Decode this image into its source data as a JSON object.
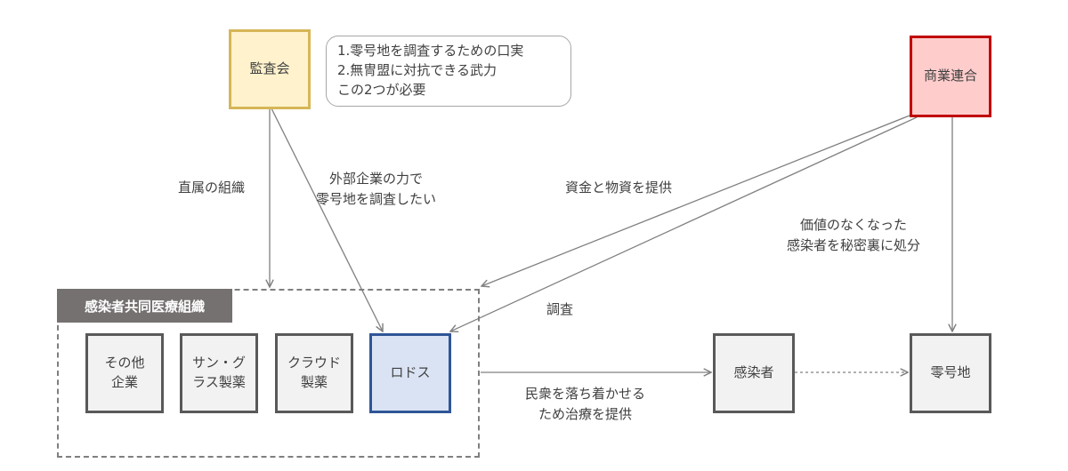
{
  "nodes": {
    "audit": "監査会",
    "merchant": "商業連合",
    "others_line1": "その他",
    "others_line2": "企業",
    "sunglass_line1": "サン・グ",
    "sunglass_line2": "ラス製薬",
    "cloud_line1": "クラウド",
    "cloud_line2": "製薬",
    "rhodes": "ロドス",
    "infected": "感染者",
    "zero": "零号地"
  },
  "group": {
    "title": "感染者共同医療組織"
  },
  "callout": {
    "lines": [
      "1.零号地を調査するための口実",
      "2.無冑盟に対抗できる武力",
      "この2つが必要"
    ]
  },
  "edges": {
    "direct_org": "直属の組織",
    "external_line1": "外部企業の力で",
    "external_line2": "零号地を調査したい",
    "funding": "資金と物資を提供",
    "investigate": "調査",
    "dispose_line1": "価値のなくなった",
    "dispose_line2": "感染者を秘密裏に処分",
    "treat_line1": "民衆を落ち着かせる",
    "treat_line2": "ため治療を提供"
  },
  "colors": {
    "audit_fill": "#fff2cc",
    "audit_border": "#d6b656",
    "merchant_fill": "#ffcccc",
    "merchant_border": "#c00000",
    "rhodes_fill": "#dae3f3",
    "rhodes_border": "#2f5597",
    "node_fill": "#f2f2f2",
    "node_border": "#595959",
    "group_title_fill": "#767171"
  }
}
